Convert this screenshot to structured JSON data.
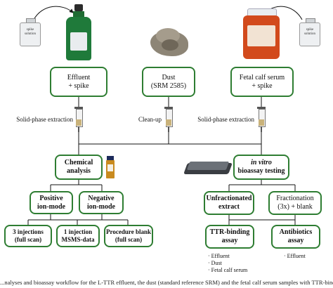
{
  "spike_vial_left": "spike solution",
  "spike_vial_right": "spike solution",
  "sources": {
    "effluent": [
      "Effluent",
      "+ spike"
    ],
    "dust": [
      "Dust",
      "(SRM 2585)"
    ],
    "serum": [
      "Fetal calf serum",
      "+ spike"
    ]
  },
  "steps": {
    "spe_left": "Solid-phase extraction",
    "cleanup": "Clean-up",
    "spe_right": "Solid-phase extraction"
  },
  "chemical": {
    "title": [
      "Chemical",
      "analysis"
    ],
    "positive": [
      "Positive",
      "ion-mode"
    ],
    "negative": [
      "Negative",
      "ion-mode"
    ],
    "leaf1": [
      "3 injections",
      "(full scan)"
    ],
    "leaf2": [
      "1 injection",
      "MSMS-data"
    ],
    "leaf3": [
      "Procedure blank",
      "(full scan)"
    ]
  },
  "bioassay": {
    "title_italic": "in vitro",
    "title_rest": "bioassay testing",
    "unfractionated": [
      "Unfractionated",
      "extract"
    ],
    "fractionation": [
      "Fractionation",
      "(3x) + blank"
    ],
    "ttr": [
      "TTR-binding",
      "assay"
    ],
    "antibiotics": [
      "Antibiotics",
      "assay"
    ],
    "ttr_samples": [
      "· Effluent",
      "· Dust",
      "· Fetal calf serum"
    ],
    "antibiotics_samples": [
      "· Effluent"
    ]
  },
  "caption": "...nalyses and bioassay workflow for the L-TTR effluent, the dust (standard reference SRM) and the fetal calf serum samples with TTR-binding..."
}
